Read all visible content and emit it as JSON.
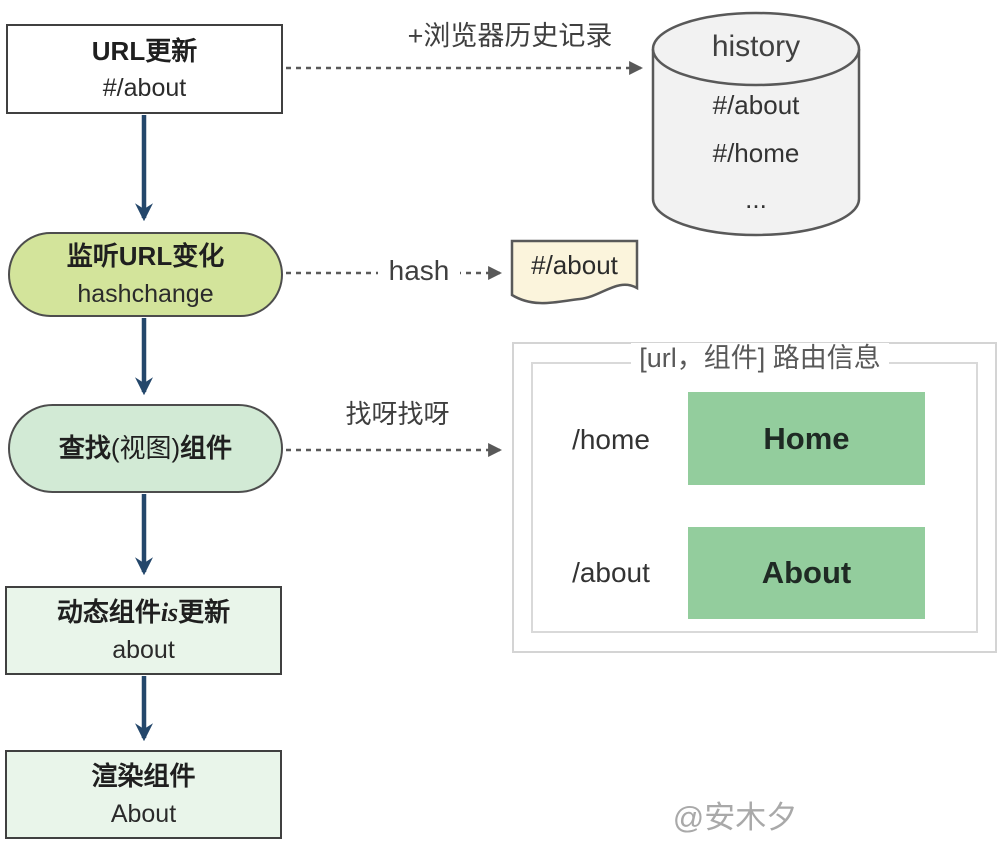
{
  "flow": {
    "nodes": [
      {
        "title": "URL更新",
        "subtitle": "#/about"
      },
      {
        "title": "监听URL变化",
        "subtitle": "hashchange"
      },
      {
        "title_pre": "查找",
        "title_light": "(视图)",
        "title_post": "组件"
      },
      {
        "title_pre": "动态组件",
        "title_italic": "is",
        "title_post": "更新",
        "subtitle": "about"
      },
      {
        "title": "渲染组件",
        "subtitle": "About"
      }
    ]
  },
  "labels": {
    "to_history": "+浏览器历史记录",
    "hash": "hash",
    "find": "找呀找呀"
  },
  "history_db": {
    "title": "history",
    "items": [
      "#/about",
      "#/home",
      "..."
    ]
  },
  "hash_note": {
    "text": "#/about"
  },
  "route_panel": {
    "title": "[url，组件] 路由信息",
    "rows": [
      {
        "url": "/home",
        "component": "Home"
      },
      {
        "url": "/about",
        "component": "About"
      }
    ]
  },
  "watermark": "@安木夕",
  "colors": {
    "arrow_blue": "#24476b",
    "dashed_gray": "#595959",
    "border_dark": "#404040",
    "pill_yellow_green": "#d3e49b",
    "pill_mint": "#d2ead5",
    "box_light_green": "#e9f5ea",
    "component_green": "#93cd9d",
    "note_cream": "#fbf4dc",
    "cylinder_gray": "#f2f2f2"
  }
}
